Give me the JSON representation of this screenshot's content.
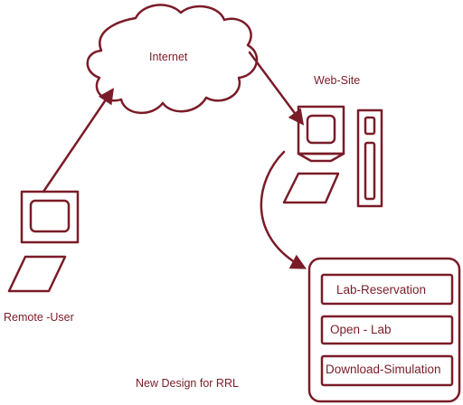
{
  "colors": {
    "stroke": "#7a1c28",
    "background": "#ffffff"
  },
  "nodes": {
    "internet": {
      "label": "Internet",
      "icon": "cloud-icon"
    },
    "website": {
      "label": "Web-Site",
      "icon": "desktop-computer-icon"
    },
    "remote_user": {
      "label": "Remote -User",
      "icon": "computer-terminal-icon"
    }
  },
  "menu": {
    "options": [
      {
        "label": "Lab-Reservation"
      },
      {
        "label": "Open - Lab"
      },
      {
        "label": "Download-Simulation"
      }
    ]
  },
  "caption": "New Design for RRL"
}
